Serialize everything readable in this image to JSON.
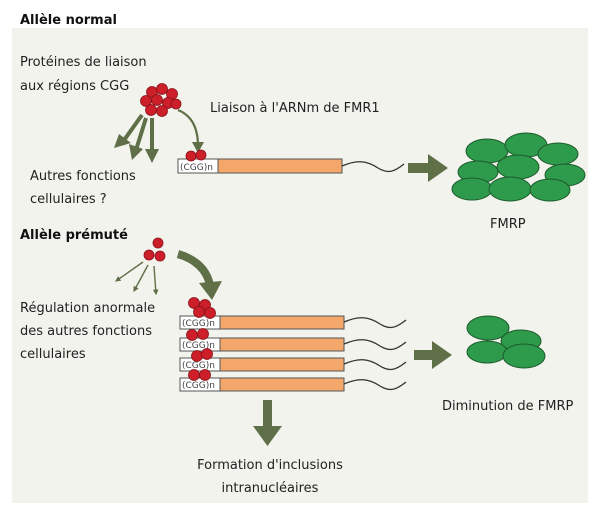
{
  "colors": {
    "panel_background": "#f1f3ec",
    "protein_red": "#cc1f2a",
    "transcript_orange": "#f4a76a",
    "arrow_green": "#5f6f47",
    "fmrp_green": "#2e9a4b",
    "fmrp_outline": "#1d5a2b"
  },
  "normal_allele": {
    "title": "Allèle normal",
    "binding_proteins_line1": "Protéines de liaison",
    "binding_proteins_line2": "aux régions CGG",
    "mrna_binding_label": "Liaison à l'ARNm de FMR1",
    "other_functions_line1": "Autres fonctions",
    "other_functions_line2": "cellulaires ?",
    "repeat_label": "(CGG)n",
    "product_label": "FMRP"
  },
  "premutated_allele": {
    "title": "Allèle prémuté",
    "abnormal_regulation_line1": "Régulation anormale",
    "abnormal_regulation_line2": "des autres fonctions",
    "abnormal_regulation_line3": "cellulaires",
    "repeat_labels": [
      "(CGG)n",
      "(CGG)n",
      "(CGG)n",
      "(CGG)n"
    ],
    "reduction_label": "Diminution de FMRP",
    "inclusions_line1": "Formation d'inclusions",
    "inclusions_line2": "intranucléaires"
  }
}
